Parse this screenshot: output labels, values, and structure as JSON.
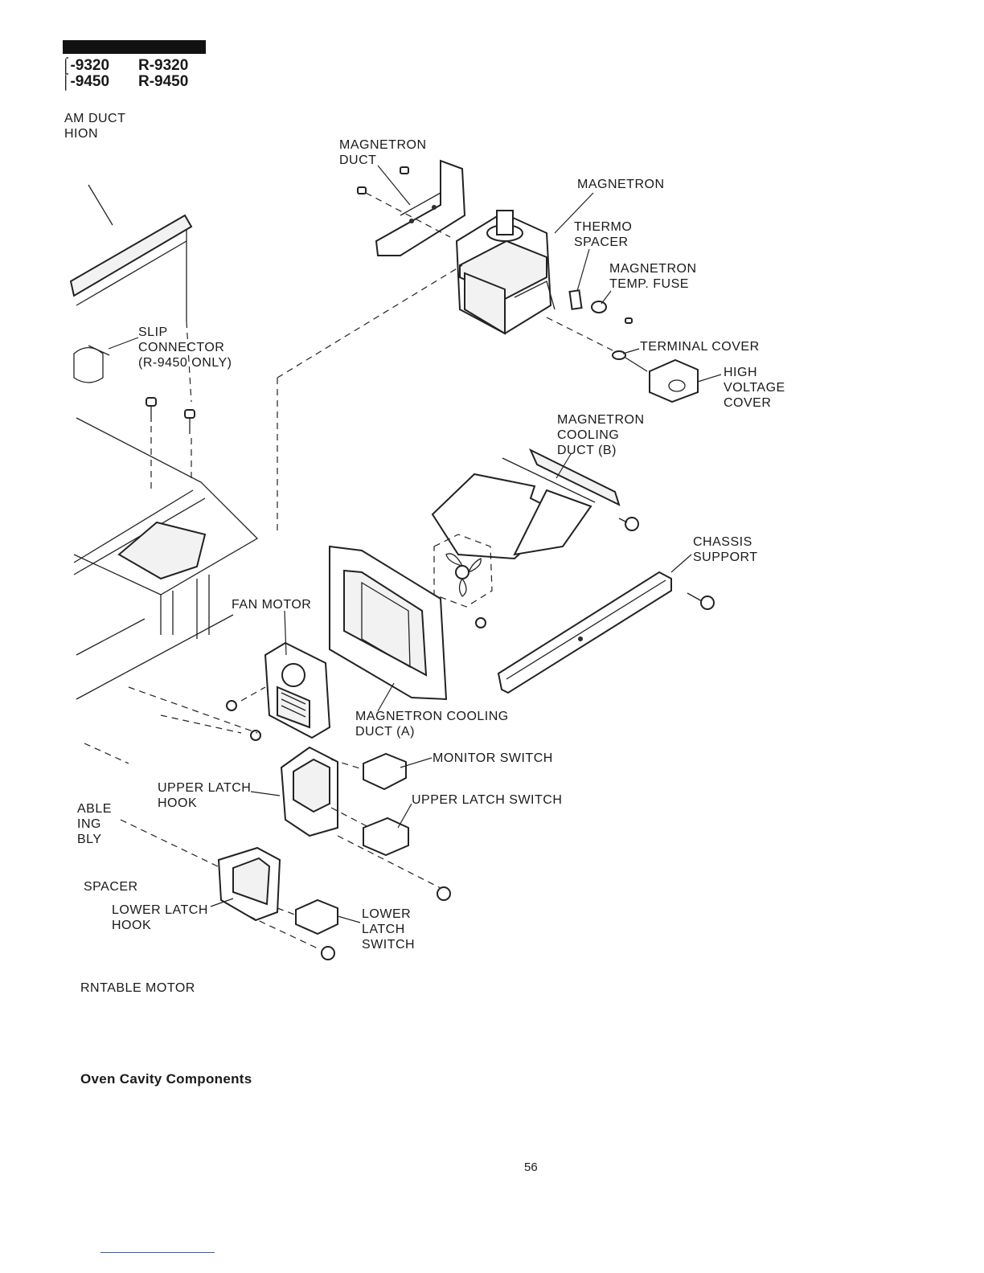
{
  "header": {
    "models_col1": [
      "\u0001-9320",
      "\u0001-9450"
    ],
    "models_col1_display": [
      "⌠-9320",
      "⌠-9450"
    ],
    "models_col2": [
      "R-9320",
      "R-9450"
    ],
    "partial_title": [
      "AM DUCT",
      "HION"
    ]
  },
  "labels": {
    "magnetron_duct": "MAGNETRON\nDUCT",
    "magnetron": "MAGNETRON",
    "thermo_spacer": "THERMO\nSPACER",
    "magnetron_temp_fuse": "MAGNETRON\nTEMP. FUSE",
    "terminal_cover": "TERMINAL COVER",
    "high_voltage_cover": "HIGH\nVOLTAGE\nCOVER",
    "slip_connector": "SLIP\nCONNECTOR\n(R-9450 ONLY)",
    "magnetron_cooling_duct_b": "MAGNETRON\nCOOLING\nDUCT (B)",
    "chassis_support": "CHASSIS\nSUPPORT",
    "fan_motor": "FAN MOTOR",
    "magnetron_cooling_duct_a": "MAGNETRON COOLING\nDUCT (A)",
    "monitor_switch": "MONITOR SWITCH",
    "upper_latch_hook": "UPPER LATCH\nHOOK",
    "upper_latch_switch": "UPPER LATCH SWITCH",
    "partial_able": "ABLE\nING\nBLY",
    "partial_spacer": "SPACER",
    "lower_latch_hook": "LOWER LATCH\nHOOK",
    "lower_latch_switch": "LOWER\nLATCH\nSWITCH",
    "partial_turntable_motor": "RNTABLE MOTOR"
  },
  "caption": "Oven Cavity Components",
  "page_number": "56"
}
